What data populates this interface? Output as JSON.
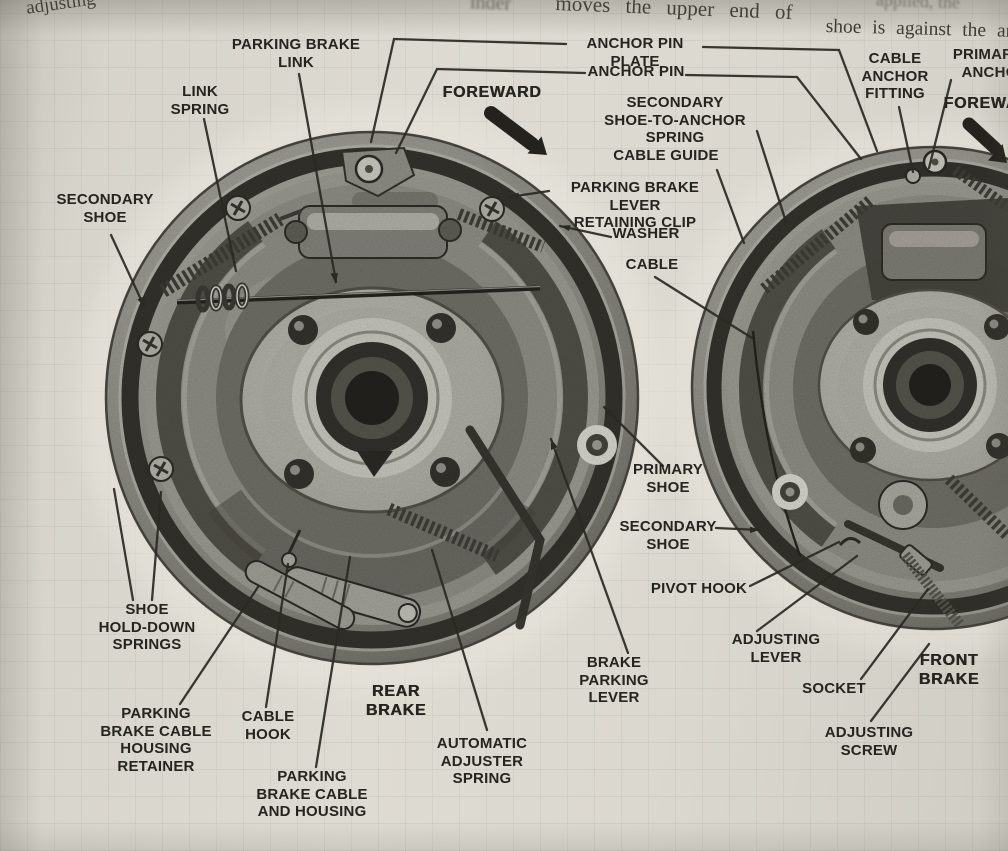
{
  "page": {
    "top_text_fragments": {
      "left": "adjusting",
      "center_partial": "inder",
      "center": "moves the upper end of",
      "right_faint": "applied, the",
      "right": "shoe is against the an"
    }
  },
  "figure": {
    "shared_labels": {
      "anchor_pin_plate": "ANCHOR PIN PLATE",
      "anchor_pin": "ANCHOR PIN"
    },
    "rear_brake": {
      "title": "REAR\nBRAKE",
      "direction": "FOREWARD",
      "labels": {
        "parking_brake_link": "PARKING BRAKE\nLINK",
        "link_spring": "LINK\nSPRING",
        "secondary_shoe": "SECONDARY\nSHOE",
        "shoe_hold_down_springs": "SHOE\nHOLD-DOWN\nSPRINGS",
        "parking_brake_cable_housing_retainer": "PARKING\nBRAKE CABLE\nHOUSING\nRETAINER",
        "cable_hook": "CABLE\nHOOK",
        "parking_brake_cable_and_housing": "PARKING\nBRAKE CABLE\nAND HOUSING",
        "automatic_adjuster_spring": "AUTOMATIC\nADJUSTER\nSPRING",
        "brake_parking_lever": "BRAKE\nPARKING\nLEVER",
        "primary_shoe": "PRIMARY\nSHOE"
      }
    },
    "front_brake": {
      "title": "FRONT\nBRAKE",
      "direction": "FOREWARD",
      "labels": {
        "secondary_shoe_to_anchor_spring": "SECONDARY\nSHOE-TO-ANCHOR SPRING",
        "cable_guide": "CABLE GUIDE",
        "parking_brake_lever_retaining_clip": "PARKING BRAKE LEVER\nRETAINING CLIP",
        "washer": "WASHER",
        "cable": "CABLE",
        "cable_anchor_fitting": "CABLE\nANCHOR\nFITTING",
        "primary_shoe_to_anchor_spring_cut": "PRIMARY S\nANCHOR",
        "secondary_shoe": "SECONDARY\nSHOE",
        "pivot_hook": "PIVOT HOOK",
        "adjusting_lever": "ADJUSTING\nLEVER",
        "socket": "SOCKET",
        "adjusting_screw": "ADJUSTING\nSCREW"
      }
    },
    "colors": {
      "paper": "#dad7ce",
      "ink": "#26241e"
    }
  }
}
